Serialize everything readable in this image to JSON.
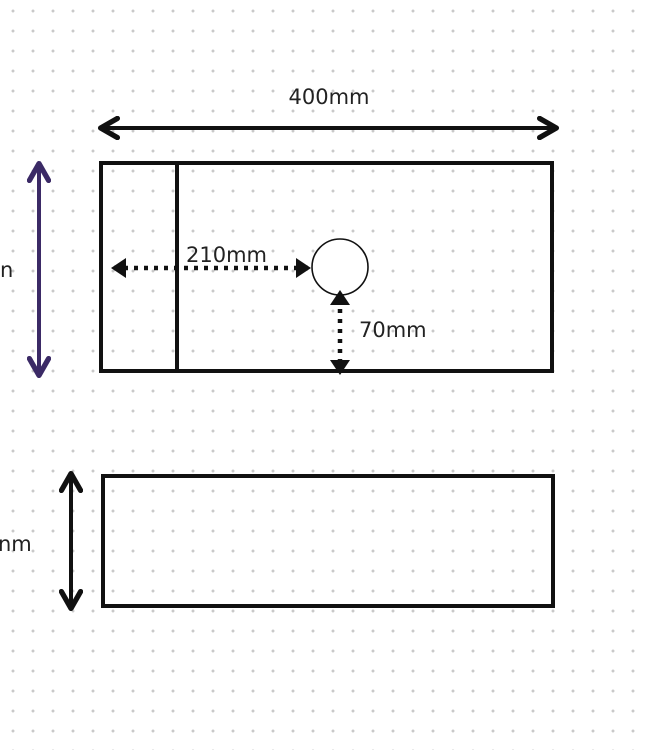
{
  "labels": {
    "top_width": "400mm",
    "left_height_top": "n",
    "hole_offset": "210mm",
    "hole_bottom": "70mm",
    "left_height_bottom": "nm"
  },
  "colors": {
    "stroke": "#111111",
    "accent_arrow": "#3b2a66",
    "grid_dot": "#c9c9c9"
  }
}
